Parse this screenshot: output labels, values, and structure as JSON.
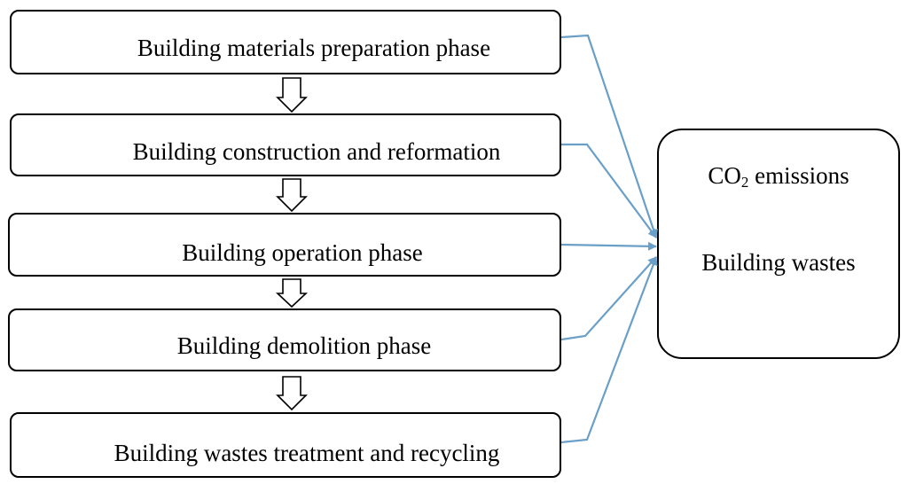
{
  "phases": [
    {
      "id": "materials",
      "label": "Building materials preparation phase"
    },
    {
      "id": "construction",
      "label": "Building construction and reformation"
    },
    {
      "id": "operation",
      "label": "Building operation phase"
    },
    {
      "id": "demolition",
      "label": "Building demolition phase"
    },
    {
      "id": "wastes",
      "label": "Building wastes treatment and recycling"
    }
  ],
  "output": {
    "co2_prefix": "CO",
    "co2_subscript": "2",
    "co2_suffix": " emissions",
    "wastes": "Building wastes"
  },
  "colors": {
    "connector": "#6a9fc8",
    "border": "#000000"
  }
}
